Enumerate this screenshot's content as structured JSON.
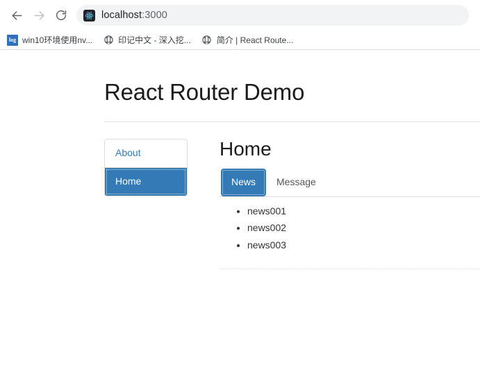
{
  "browser": {
    "back_icon": "back-arrow-icon",
    "forward_icon": "forward-arrow-icon",
    "reload_icon": "reload-icon",
    "favicon": "react-logo-icon",
    "url_host": "localhost",
    "url_port": ":3000",
    "bookmarks": [
      {
        "label": "win10环境使用nv...",
        "icon": "log-favicon"
      },
      {
        "label": "印记中文 - 深入挖...",
        "icon": "globe-icon"
      },
      {
        "label": "简介 | React Route...",
        "icon": "globe-icon"
      }
    ]
  },
  "page": {
    "title": "React Router Demo",
    "nav": {
      "items": [
        {
          "label": "About",
          "active": false
        },
        {
          "label": "Home",
          "active": true
        }
      ]
    },
    "content": {
      "heading": "Home",
      "tabs": [
        {
          "label": "News",
          "active": true
        },
        {
          "label": "Message",
          "active": false
        }
      ],
      "news": [
        "news001",
        "news002",
        "news003"
      ]
    }
  },
  "colors": {
    "primary": "#337ab7",
    "link": "#337ab7",
    "border": "#dddddd",
    "text": "#333333"
  }
}
